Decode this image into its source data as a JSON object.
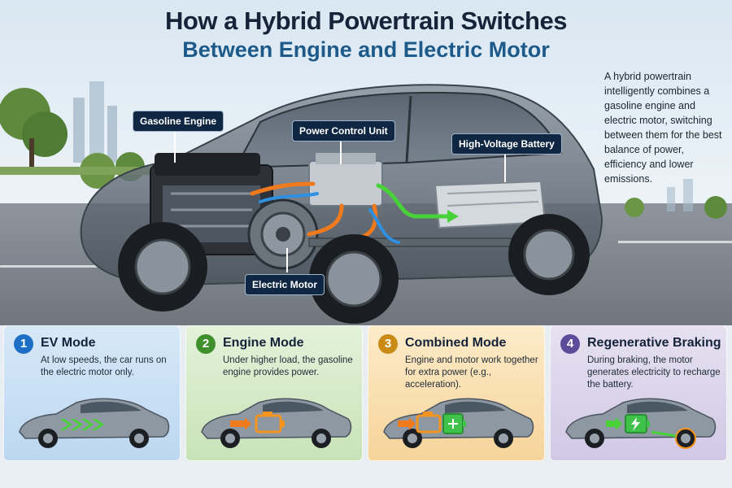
{
  "title_line1": "How a Hybrid Powertrain Switches",
  "title_line2": "Between Engine and Electric Motor",
  "intro": "A hybrid powertrain intelligently combines a gasoline engine and electric motor, switching between them for the best balance of power, efficiency and lower emissions.",
  "labels": {
    "gasoline_engine": "Gasoline Engine",
    "power_control_unit": "Power Control Unit",
    "high_voltage_battery": "High-Voltage Battery",
    "electric_motor": "Electric Motor"
  },
  "modes": [
    {
      "number": "1",
      "title": "EV Mode",
      "description": "At low speeds, the car runs on the electric motor only.",
      "color": "#1c6fc4",
      "bg": "#cfe3f6",
      "icon": "green-chevrons-icon"
    },
    {
      "number": "2",
      "title": "Engine Mode",
      "description": "Under higher load, the gasoline engine provides power.",
      "color": "#3f8f2c",
      "bg": "#dcefd3",
      "icon": "engine-icon"
    },
    {
      "number": "3",
      "title": "Combined Mode",
      "description": "Engine and motor work together for extra power (e.g., acceleration).",
      "color": "#c98a16",
      "bg": "#fbe7c4",
      "icon": "engine-and-battery-icon"
    },
    {
      "number": "4",
      "title": "Regenerative Braking",
      "description": "During braking, the motor generates electricity to recharge the battery.",
      "color": "#5d4c9a",
      "bg": "#e2dcef",
      "icon": "battery-charging-icon"
    }
  ],
  "colors": {
    "flow_orange": "#f07a1c",
    "flow_blue": "#2f8fe0",
    "flow_green": "#49d13a",
    "navy": "#0f2742"
  }
}
